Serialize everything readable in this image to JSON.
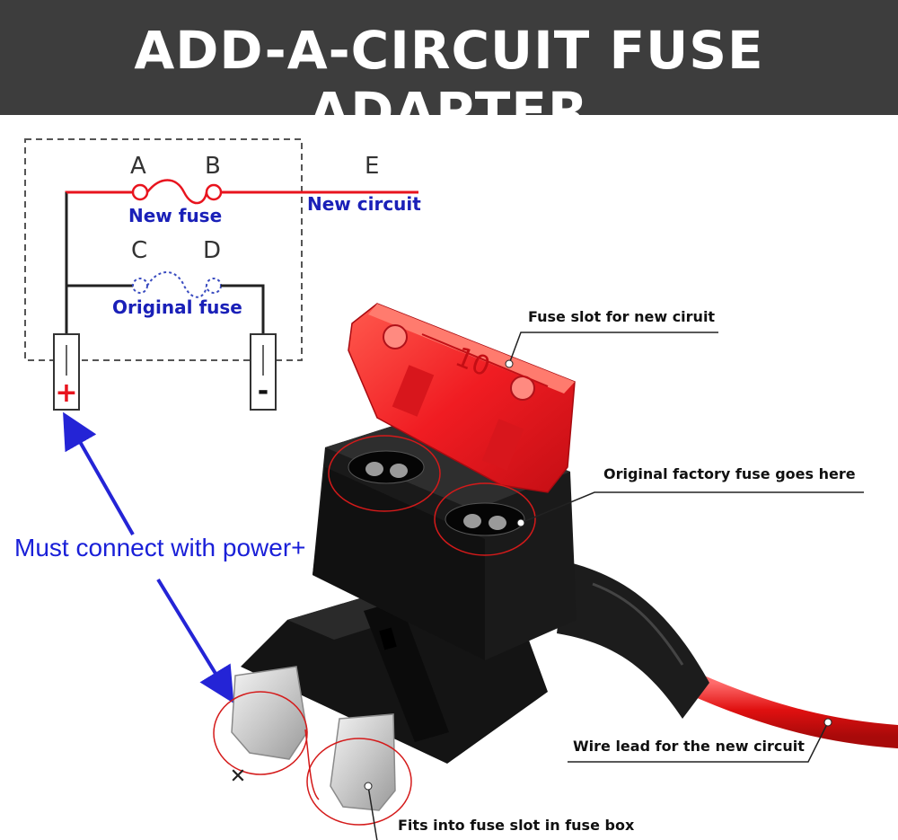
{
  "title": "ADD-A-CIRCUIT FUSE ADAPTER",
  "diagram": {
    "point_a": "A",
    "point_b": "B",
    "point_c": "C",
    "point_d": "D",
    "point_e": "E",
    "new_fuse": "New fuse",
    "new_circuit": "New circuit",
    "original_fuse": "Original fuse",
    "plus_terminal": "+",
    "minus_terminal": "-"
  },
  "power_note": "Must connect with power+",
  "callouts": {
    "new_slot": "Fuse slot for new ciruit",
    "original_slot": "Original factory fuse goes here",
    "wire_lead": "Wire lead for the new circuit",
    "fits_slot": "Fits into fuse slot in fuse box"
  },
  "blade_plus": "+",
  "fuse_rating": "10",
  "colors": {
    "banner": "#3d3d3d",
    "wire_red": "#e8141e",
    "fuse_red": "#f01c22",
    "label_blue": "#1a20b8",
    "arrow_blue": "#2424d6"
  }
}
